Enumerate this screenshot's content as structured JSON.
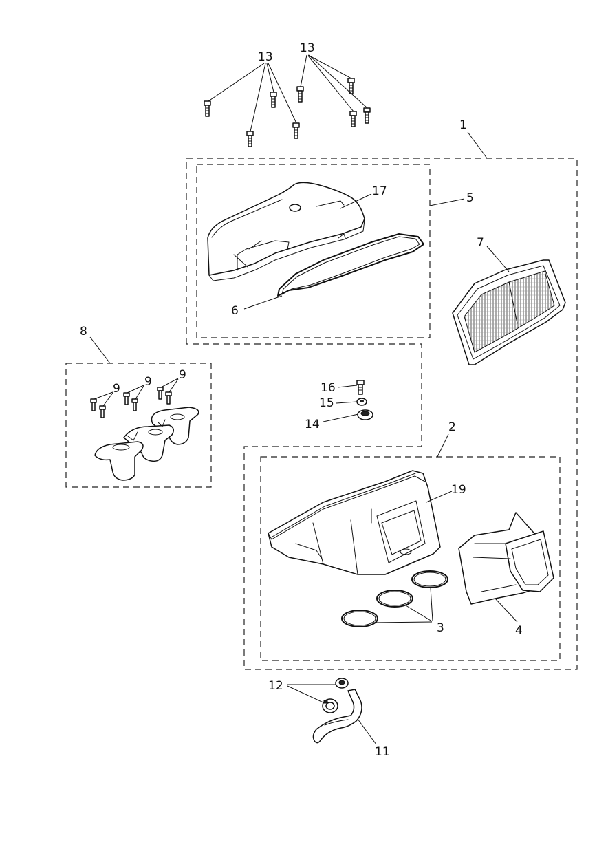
{
  "callouts": {
    "c1": "1",
    "c2": "2",
    "c3": "3",
    "c4": "4",
    "c5": "5",
    "c6": "6",
    "c7": "7",
    "c8": "8",
    "c9a": "9",
    "c9b": "9",
    "c9c": "9",
    "c11": "11",
    "c12": "12",
    "c13a": "13",
    "c13b": "13",
    "c14": "14",
    "c15": "15",
    "c16": "16",
    "c17": "17",
    "c19": "19"
  }
}
